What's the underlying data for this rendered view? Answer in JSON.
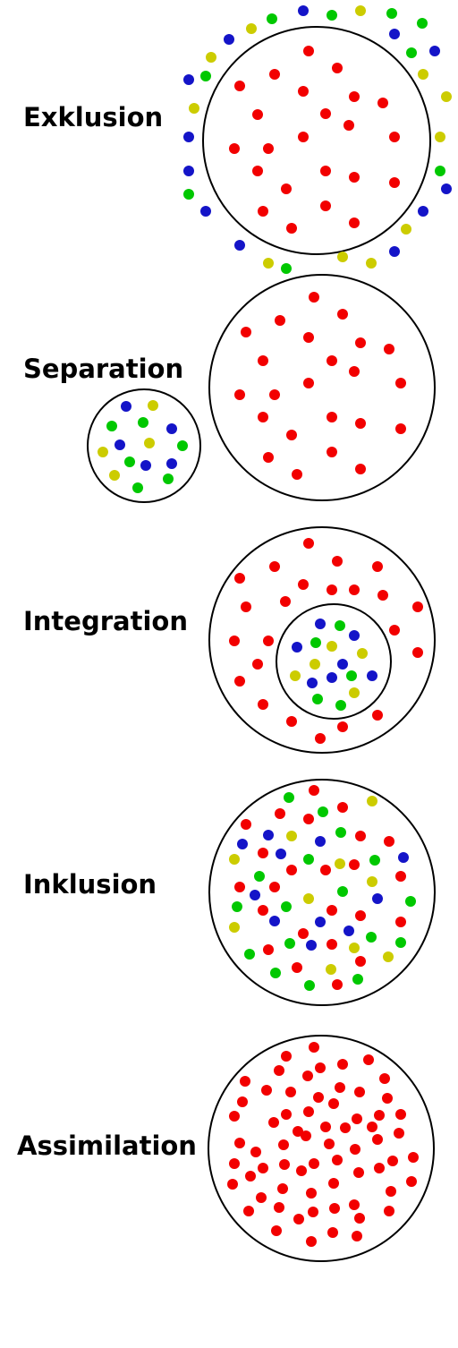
{
  "colors": {
    "red": "#f20000",
    "green": "#00c800",
    "blue": "#1414c8",
    "yellow": "#cccc00",
    "outline": "#000000",
    "background": "#ffffff"
  },
  "panels": [
    {
      "label": "Exklusion"
    },
    {
      "label": "Separation"
    },
    {
      "label": "Integration"
    },
    {
      "label": "Inklusion"
    },
    {
      "label": "Assimilation"
    }
  ]
}
